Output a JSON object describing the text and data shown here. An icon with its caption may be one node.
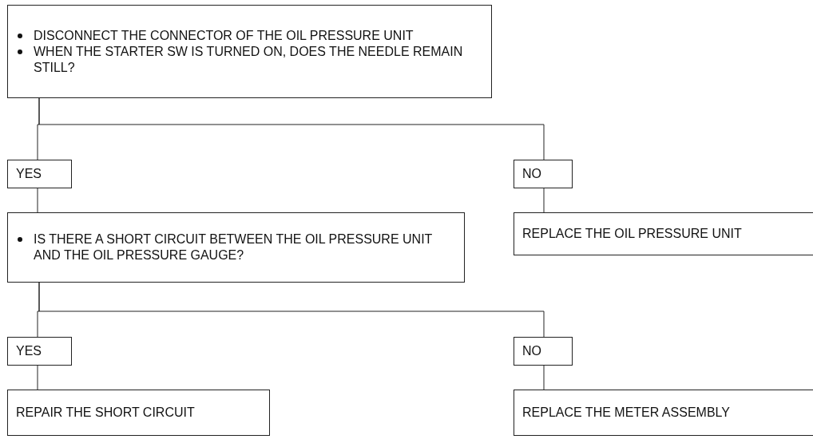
{
  "diagram": {
    "nodes": [
      {
        "text": [
          "DISCONNECT THE CONNECTOR OF THE OIL PRESSURE UNIT",
          "WHEN THE STARTER SW IS TURNED ON, DOES THE NEEDLE REMAIN STILL?"
        ]
      },
      {
        "text": [
          "YES"
        ]
      },
      {
        "text": [
          "NO"
        ]
      },
      {
        "text": [
          "IS THERE A SHORT CIRCUIT BETWEEN THE OIL PRESSURE UNIT AND THE OIL PRESSURE GAUGE?"
        ]
      },
      {
        "text": [
          "REPLACE THE OIL PRESSURE UNIT"
        ]
      },
      {
        "text": [
          "YES"
        ]
      },
      {
        "text": [
          "NO"
        ]
      },
      {
        "text": [
          "REPAIR THE SHORT CIRCUIT"
        ]
      },
      {
        "text": [
          "REPLACE THE METER ASSEMBLY"
        ]
      }
    ],
    "edges": [
      {
        "from": 0,
        "to": 1,
        "arrow": "none"
      },
      {
        "from": 0,
        "to": 2,
        "arrow": "none"
      },
      {
        "from": 1,
        "to": 3,
        "arrow": "none"
      },
      {
        "from": 2,
        "to": 4,
        "arrow": "none"
      },
      {
        "from": 3,
        "to": 5,
        "arrow": "none"
      },
      {
        "from": 3,
        "to": 6,
        "arrow": "none"
      },
      {
        "from": 5,
        "to": 7,
        "arrow": "none"
      },
      {
        "from": 6,
        "to": 8,
        "arrow": "none"
      }
    ]
  }
}
